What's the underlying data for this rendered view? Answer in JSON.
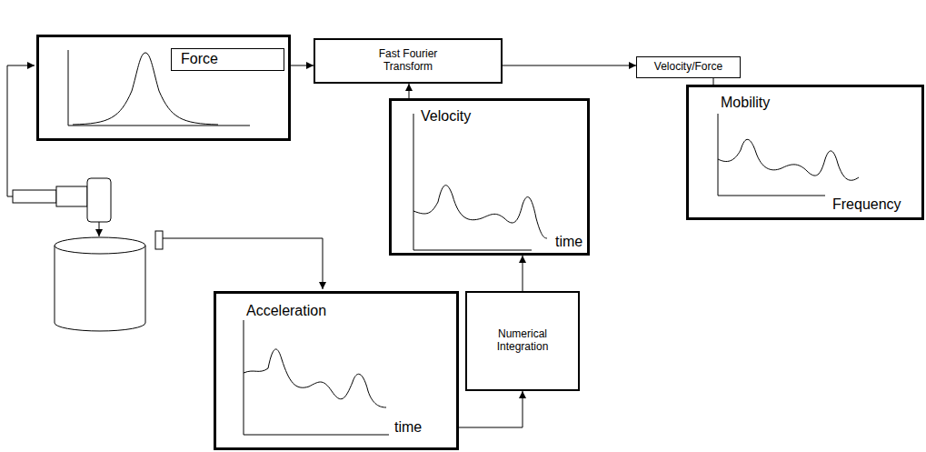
{
  "diagram": {
    "nodes": [
      {
        "text": [
          "Force"
        ]
      },
      {
        "text": [
          "Fast Fourier Transform"
        ]
      },
      {
        "text": [
          "Velocity/Force"
        ]
      },
      {
        "text": [
          "Mobility",
          "Frequency"
        ]
      },
      {
        "text": [
          "Velocity",
          "time"
        ]
      },
      {
        "text": [
          "Acceleration",
          "time"
        ]
      },
      {
        "text": [
          "Numerical Integration"
        ]
      }
    ],
    "edges": [
      {
        "from": 0,
        "to": 1,
        "arrow": "to"
      },
      {
        "from": 1,
        "to": 2,
        "arrow": "to"
      },
      {
        "from": 2,
        "to": 3,
        "arrow": "none"
      },
      {
        "from": 4,
        "to": 1,
        "arrow": "to"
      },
      {
        "from": 6,
        "to": 4,
        "arrow": "to"
      },
      {
        "from": 5,
        "to": 6,
        "arrow": "to"
      }
    ]
  }
}
